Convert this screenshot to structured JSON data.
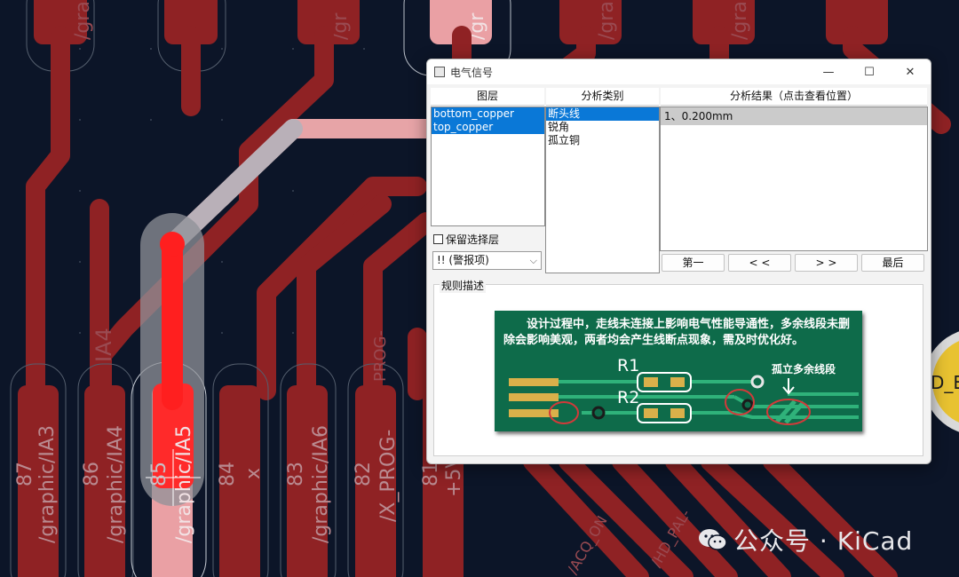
{
  "pcb": {
    "upper_labels": [
      "IA4",
      "PROG-"
    ],
    "pads": [
      {
        "number": "87",
        "net": "/graphic/IA3"
      },
      {
        "number": "86",
        "net": "/graphic/IA4"
      },
      {
        "number": "85",
        "net": "/graphic/IA5"
      },
      {
        "number": "84",
        "net": "x"
      },
      {
        "number": "83",
        "net": "/graphic/IA6"
      },
      {
        "number": "82",
        "net": "/X_PROG-"
      },
      {
        "number": "81",
        "net": "+5V"
      }
    ],
    "top_labels": [
      "/gra",
      "/gr",
      "/gr",
      "/gra",
      "/gra"
    ],
    "bottom_labels": [
      "/ACQ_ON",
      "/HD_PAL-"
    ],
    "right_label": "D_E",
    "colors": {
      "background": "#0c1528",
      "copper": "#8f2224",
      "highlight": "#e8e8e8",
      "selected_trace": "#ff1f1f"
    }
  },
  "watermark": {
    "icon": "wechat-icon",
    "text": "公众号 · KiCad"
  },
  "dialog": {
    "title": "电气信号",
    "controls": {
      "minimize": "—",
      "maximize": "☐",
      "close": "✕"
    },
    "headers": {
      "layers": "图层",
      "categories": "分析类别",
      "results": "分析结果（点击查看位置）"
    },
    "layers": [
      "bottom_copper",
      "top_copper"
    ],
    "categories": [
      "断头线",
      "锐角",
      "孤立铜"
    ],
    "results": [
      "1、0.200mm"
    ],
    "keep_layers_label": "保留选择层",
    "level_select": "!!  (警报项)",
    "nav": {
      "first": "第一",
      "prev": "< <",
      "next": "> >",
      "last": "最后"
    },
    "rule_group_label": "规则描述",
    "rule_image": {
      "description": "设计过程中，走线未连接上影响电气性能导通性，多余线段未删除会影响美观，两者均会产生线断点现象，需及时优化好。",
      "r1": "R1",
      "r2": "R2",
      "isolated_label": "孤立多余线段"
    }
  }
}
